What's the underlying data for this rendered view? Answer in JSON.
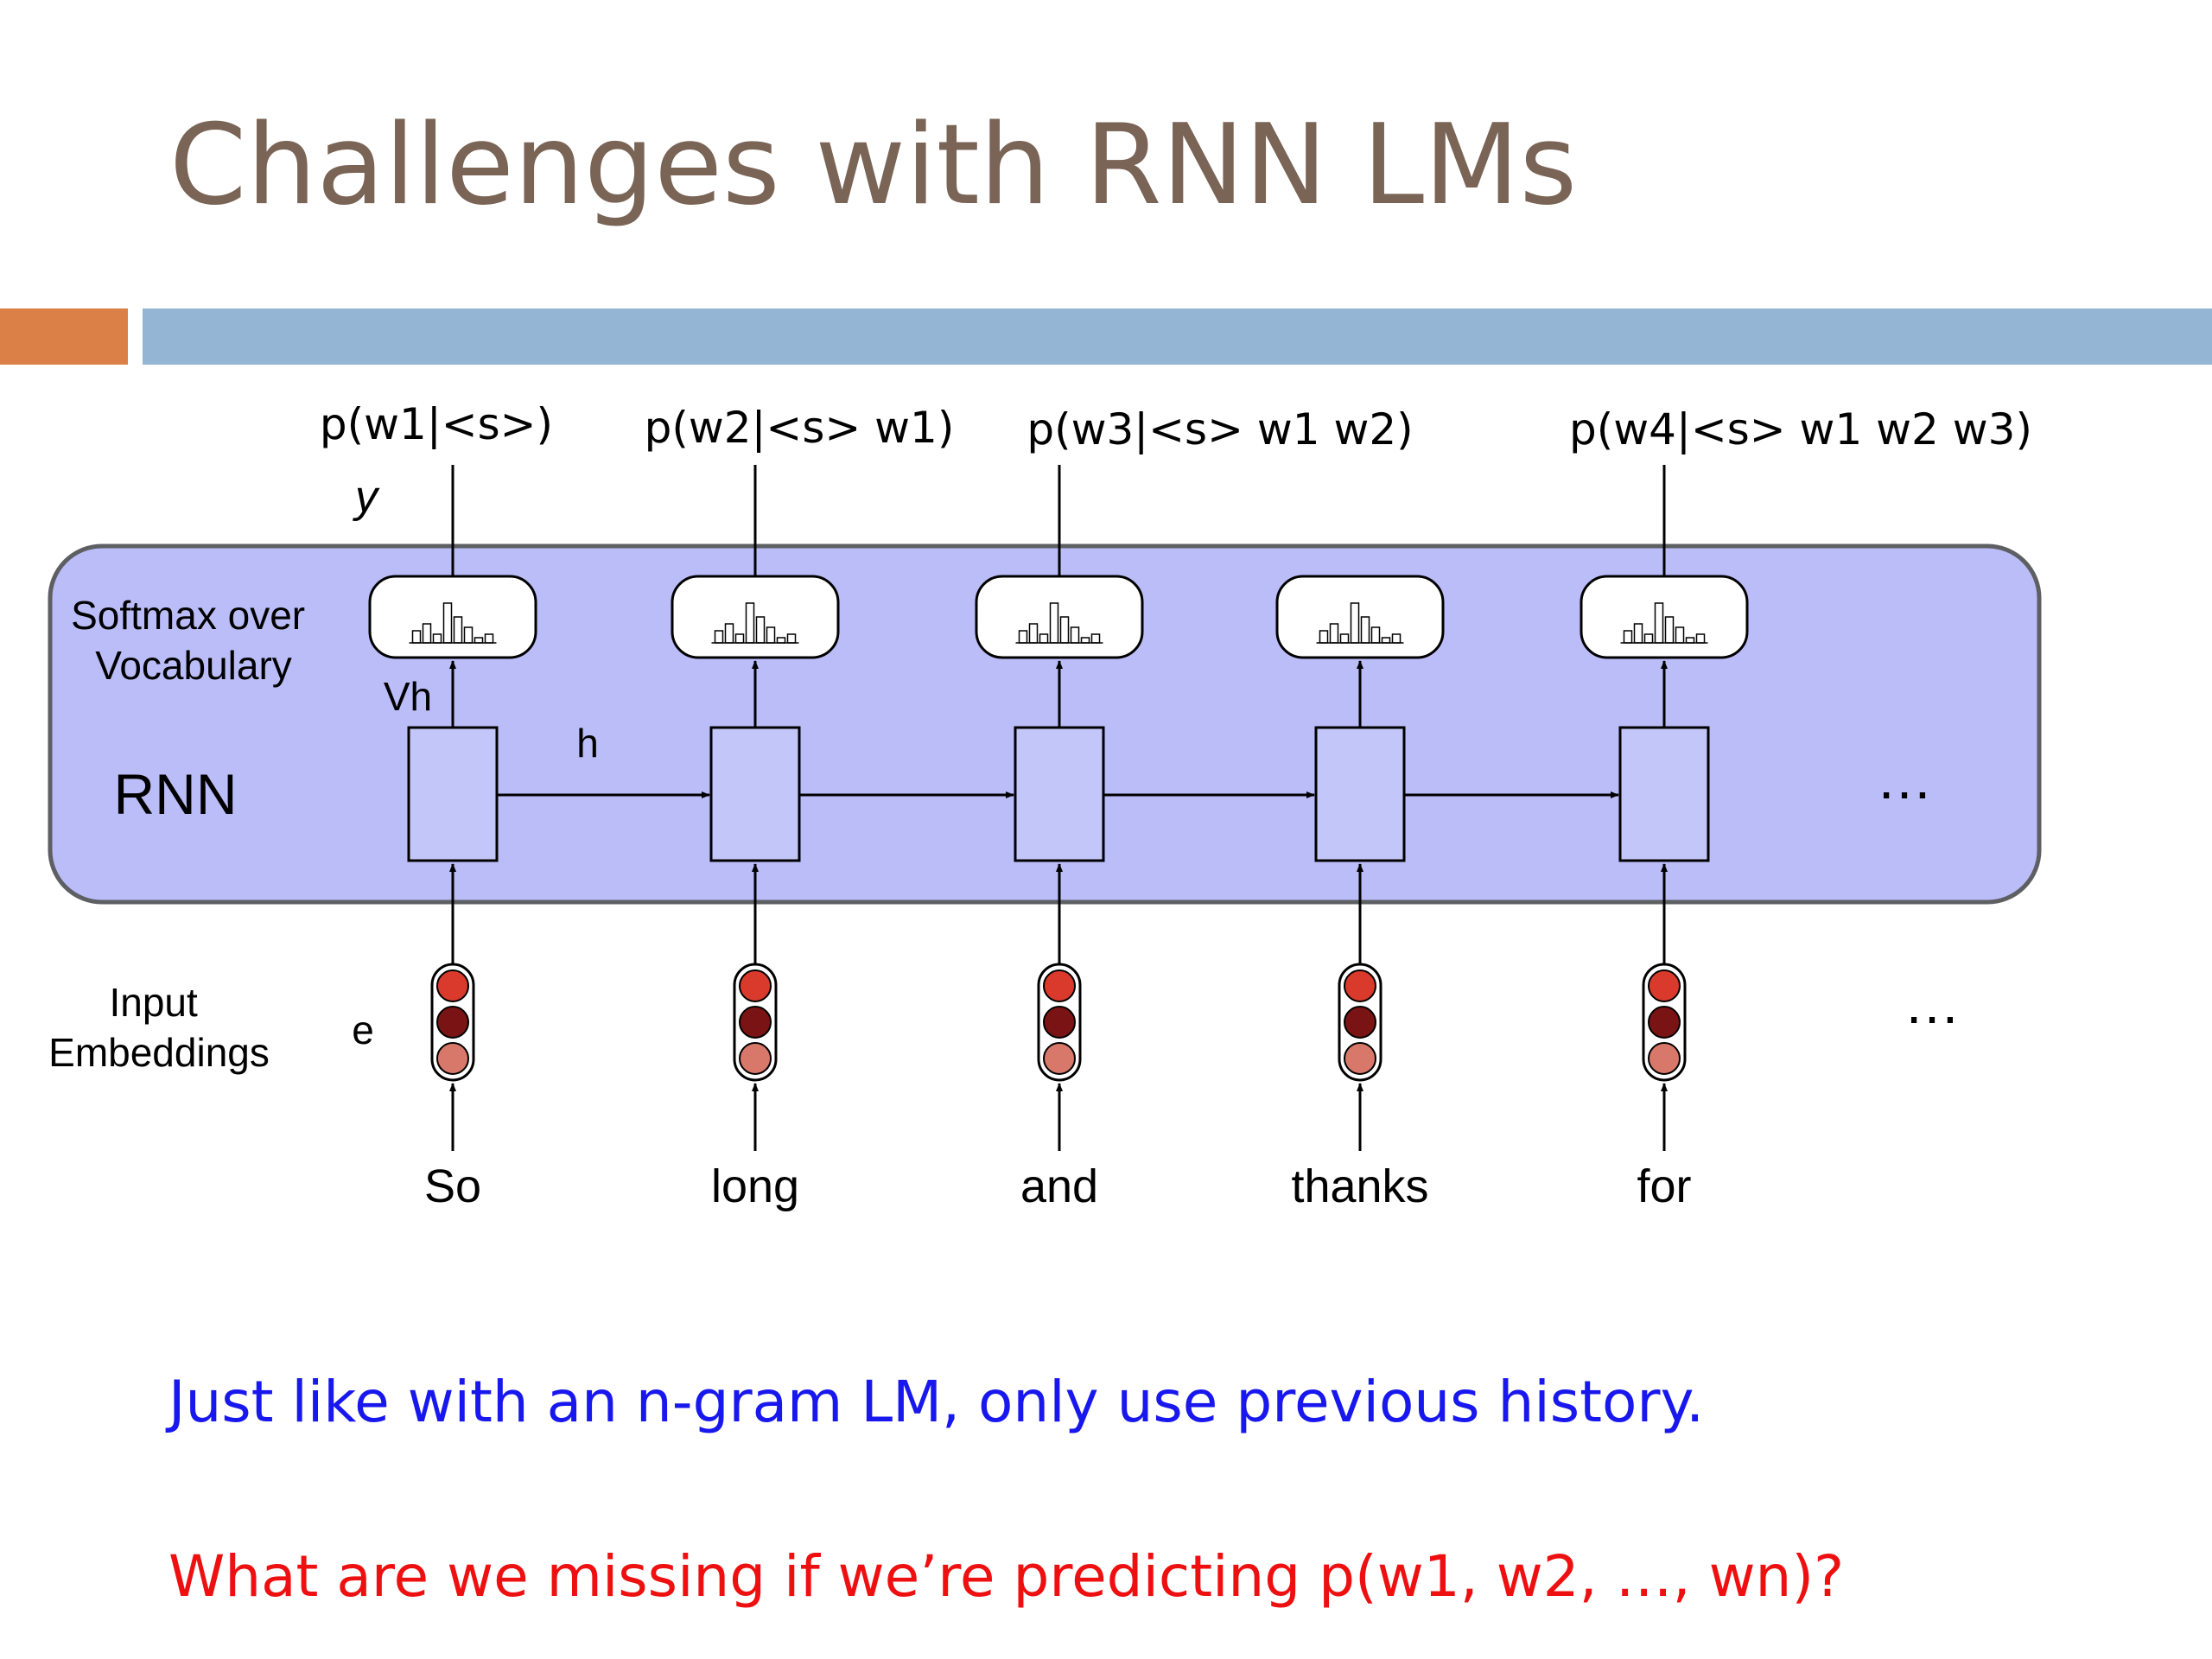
{
  "slide": {
    "title": "Challenges with RNN LMs",
    "bullet_1": "Just like with an n-gram LM, only use previous history.",
    "bullet_2": "What are we missing if we’re predicting p(w1, w2, …, wn)?"
  },
  "diagram": {
    "layer_softmax_line1": "Softmax over",
    "layer_softmax_line2": "Vocabulary",
    "layer_rnn": "RNN",
    "layer_input_line1": "Input",
    "layer_input_line2": "Embeddings",
    "label_y": "y",
    "label_vh": "Vh",
    "label_h": "h",
    "label_e": "e",
    "ellipsis": "…",
    "outputs": [
      "p(w1|<s>)",
      "p(w2|<s> w1)",
      "p(w3|<s> w1 w2)",
      "p(w4|<s> w1 w2 w3)"
    ],
    "tokens": [
      "So",
      "long",
      "and",
      "thanks",
      "for"
    ],
    "colors": {
      "panel_fill": "#babdf8",
      "cell_fill": "#c3c6f8",
      "bead_top": "#da3a2c",
      "bead_mid": "#7a1414",
      "bead_bottom": "#d8786a"
    }
  }
}
